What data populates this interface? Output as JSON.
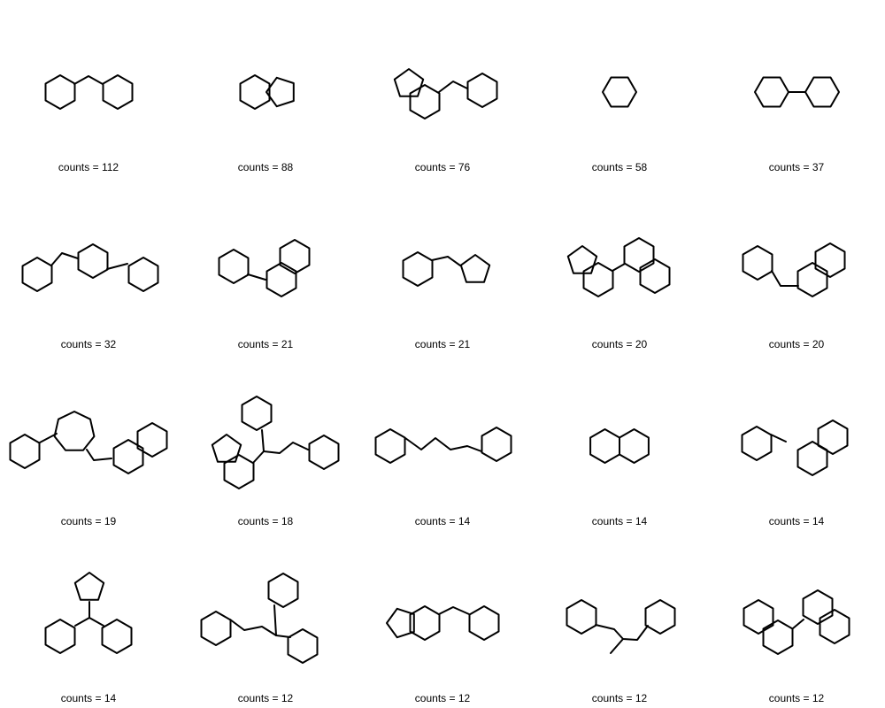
{
  "cells": [
    {
      "label": "counts = 112",
      "structure": "dicyclohexylmethane"
    },
    {
      "label": "counts = 88",
      "structure": "hexahydroindane"
    },
    {
      "label": "counts = 76",
      "structure": "cyclohexylmethyl-hydrindane"
    },
    {
      "label": "counts = 58",
      "structure": "cyclohexane"
    },
    {
      "label": "counts = 37",
      "structure": "bicyclohexyl"
    },
    {
      "label": "counts = 32",
      "structure": "cyclohexylmethyl-bicyclohexyl"
    },
    {
      "label": "counts = 21",
      "structure": "cyclohexyl-decalin"
    },
    {
      "label": "counts = 21",
      "structure": "cyclopentylmethyl-cyclohexane"
    },
    {
      "label": "counts = 20",
      "structure": "hydrindanyl-decalin"
    },
    {
      "label": "counts = 20",
      "structure": "cyclohexylmethyl-decalin"
    },
    {
      "label": "counts = 19",
      "structure": "cyclohexyl-cycloheptyl-methyl-decalin"
    },
    {
      "label": "counts = 18",
      "structure": "hydrindane-cyclohexyl-propyl-cyclohexane"
    },
    {
      "label": "counts = 14",
      "structure": "1,4-dicyclohexylbutane"
    },
    {
      "label": "counts = 14",
      "structure": "decalin"
    },
    {
      "label": "counts = 14",
      "structure": "cyclohexylmethyl-decalin"
    },
    {
      "label": "counts = 14",
      "structure": "cyclopentyl-dicyclohexylmethane"
    },
    {
      "label": "counts = 12",
      "structure": "1,1,3-tricyclohexylpropane"
    },
    {
      "label": "counts = 12",
      "structure": "cyclohexylmethyl-hydrindane"
    },
    {
      "label": "counts = 12",
      "structure": "1,3-dicyclohexyl-2-methylpropane"
    },
    {
      "label": "counts = 12",
      "structure": "bidecalinyl"
    }
  ]
}
